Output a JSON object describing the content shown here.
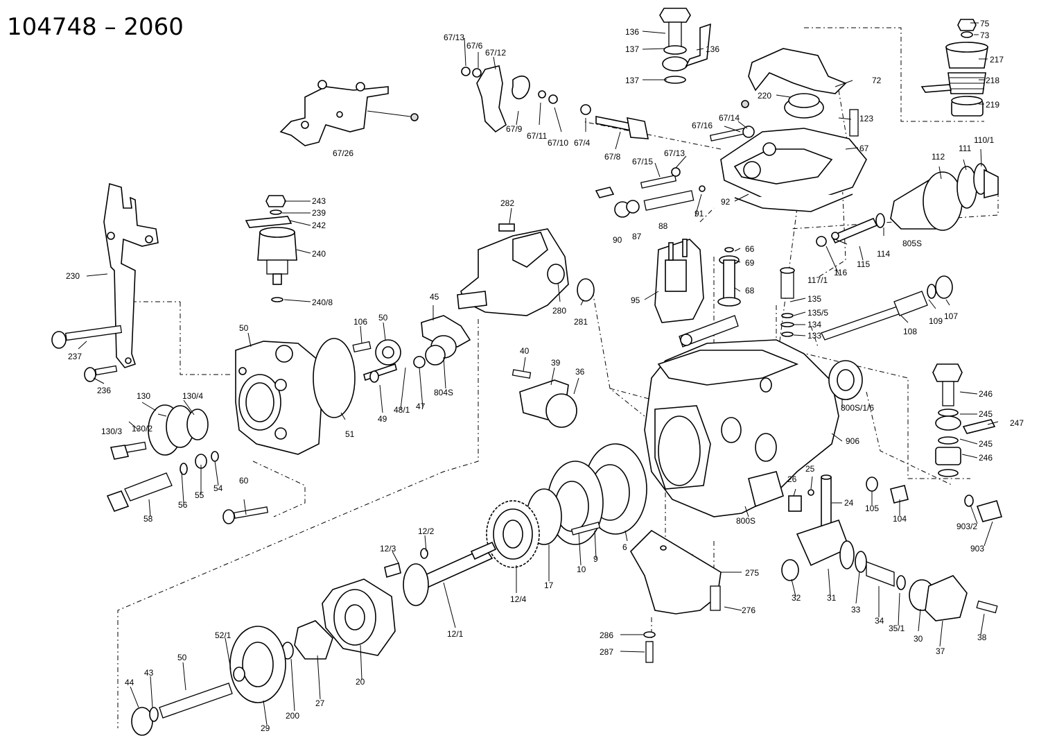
{
  "drawing_number": "104748 – 2060",
  "callouts": {
    "c75": "75",
    "c73": "73",
    "c217": "217",
    "c218": "218",
    "c219": "219",
    "c136a": "136",
    "c136b": "136",
    "c137a": "137",
    "c137b": "137",
    "c72": "72",
    "c220": "220",
    "c123": "123",
    "c67": "67",
    "c67_13a": "67/13",
    "c67_6": "67/6",
    "c67_12": "67/12",
    "c67_9": "67/9",
    "c67_11": "67/11",
    "c67_10": "67/10",
    "c67_4": "67/4",
    "c67_8": "67/8",
    "c67_14": "67/14",
    "c67_16": "67/16",
    "c67_13b": "67/13",
    "c67_15": "67/15",
    "c67_26": "67/26",
    "c92": "92",
    "c91": "91",
    "c90": "90",
    "c87": "87",
    "c88": "88",
    "c112": "112",
    "c111": "111",
    "c110_1": "110/1",
    "c805s": "805S",
    "c114": "114",
    "c115": "115",
    "c116": "116",
    "c117_1": "117/1",
    "c66": "66",
    "c69": "69",
    "c68": "68",
    "c95": "95",
    "c135": "135",
    "c135_5": "135/5",
    "c134": "134",
    "c133": "133",
    "c107": "107",
    "c109": "109",
    "c108": "108",
    "c243": "243",
    "c239": "239",
    "c242": "242",
    "c240": "240",
    "c240_8": "240/8",
    "c282": "282",
    "c280": "280",
    "c281": "281",
    "c230": "230",
    "c237": "237",
    "c236": "236",
    "c50a": "50",
    "c106": "106",
    "c50b": "50",
    "c45": "45",
    "c51": "51",
    "c49": "49",
    "c48_1": "48/1",
    "c47": "47",
    "c804s": "804S",
    "c40": "40",
    "c39": "39",
    "c36": "36",
    "c130": "130",
    "c130_4": "130/4",
    "c130_3": "130/3",
    "c130_2": "130/2",
    "c246a": "246",
    "c245a": "245",
    "c247": "247",
    "c245b": "245",
    "c246b": "246",
    "c800s_1_6": "800S/1/6",
    "c906": "906",
    "c58": "58",
    "c56": "56",
    "c55": "55",
    "c54": "54",
    "c60": "60",
    "c26": "26",
    "c25": "25",
    "c24": "24",
    "c105": "105",
    "c104": "104",
    "c903_2": "903/2",
    "c903": "903",
    "c800s": "800S",
    "c12_2": "12/2",
    "c12_3": "12/3",
    "c12_4": "12/4",
    "c12_1": "12/1",
    "c17": "17",
    "c10": "10",
    "c9": "9",
    "c6": "6",
    "c275": "275",
    "c276": "276",
    "c286": "286",
    "c287": "287",
    "c32": "32",
    "c31": "31",
    "c33": "33",
    "c34": "34",
    "c35_1": "35/1",
    "c30": "30",
    "c37": "37",
    "c38": "38",
    "c52_1": "52/1",
    "c50c": "50",
    "c44": "44",
    "c43": "43",
    "c29": "29",
    "c200": "200",
    "c27": "27",
    "c20": "20"
  },
  "colors": {
    "ink": "#000000",
    "paper": "#ffffff",
    "shade": "#d9d9d9"
  }
}
